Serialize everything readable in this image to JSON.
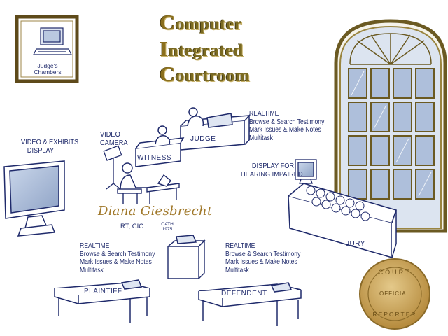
{
  "title": {
    "line1_cap": "C",
    "line1_rest": "omputer",
    "line2_cap": "I",
    "line2_rest": "ntegrated",
    "line3_cap": "C",
    "line3_rest": "ourtroom"
  },
  "chambers": {
    "label_line1": "Judge's",
    "label_line2": "Chambers"
  },
  "labels": {
    "video_exhibits_line1": "VIDEO & EXHIBITS",
    "video_exhibits_line2": "DISPLAY",
    "video_camera_line1": "VIDEO",
    "video_camera_line2": "CAMERA",
    "witness": "WITNESS",
    "judge": "JUDGE",
    "display_hearing_line1": "DISPLAY FOR",
    "display_hearing_line2": "HEARING IMPAIRED",
    "jury": "JURY",
    "plaintiff": "PLAINTIFF",
    "defendent": "DEFENDENT"
  },
  "feature_blocks": {
    "judge": [
      "REALTIME",
      "Browse & Search Testimony",
      "Mark Issues & Make Notes",
      "Multitask"
    ],
    "plaintiff": [
      "REALTIME",
      "Browse & Search Testimony",
      "Mark Issues & Make Notes",
      "Multitask"
    ],
    "defendent": [
      "REALTIME",
      "Browse & Search Testimony",
      "Mark Issues & Make Notes",
      "Multitask"
    ]
  },
  "reporter": {
    "name": "Diana Giesbrecht",
    "credentials": "RT, CIC",
    "oath_line1": "OATH",
    "oath_line2": "1975"
  },
  "seal": {
    "top": "COURT",
    "middle": "OFFICIAL",
    "bottom": "REPORTER"
  },
  "colors": {
    "ink": "#1f2a6b",
    "gold": "#b08a3a",
    "window_glass": "#c7d3e8",
    "frame": "#6b5a22"
  }
}
